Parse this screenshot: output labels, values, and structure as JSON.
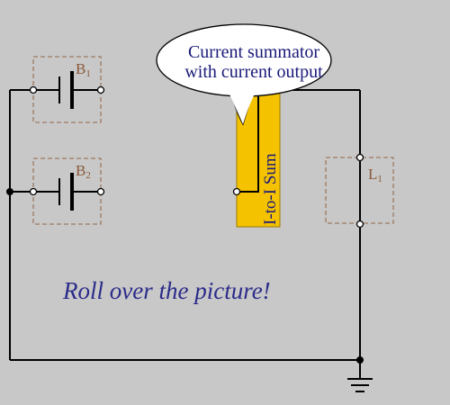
{
  "diagram": {
    "batteries": [
      {
        "letter": "B",
        "sub": "1"
      },
      {
        "letter": "B",
        "sub": "2"
      }
    ],
    "load": {
      "letter": "L",
      "sub": "1"
    },
    "summator": {
      "label": "I-to-I Sum"
    },
    "callout": {
      "line1": "Current summator",
      "line2": "with current output"
    },
    "instruction": "Roll over the picture!",
    "colors": {
      "background": "#c8c8c8",
      "summator_fill": "#f5c200",
      "callout_text": "#1a1a7a",
      "label_brown": "#8a5a3a"
    }
  }
}
